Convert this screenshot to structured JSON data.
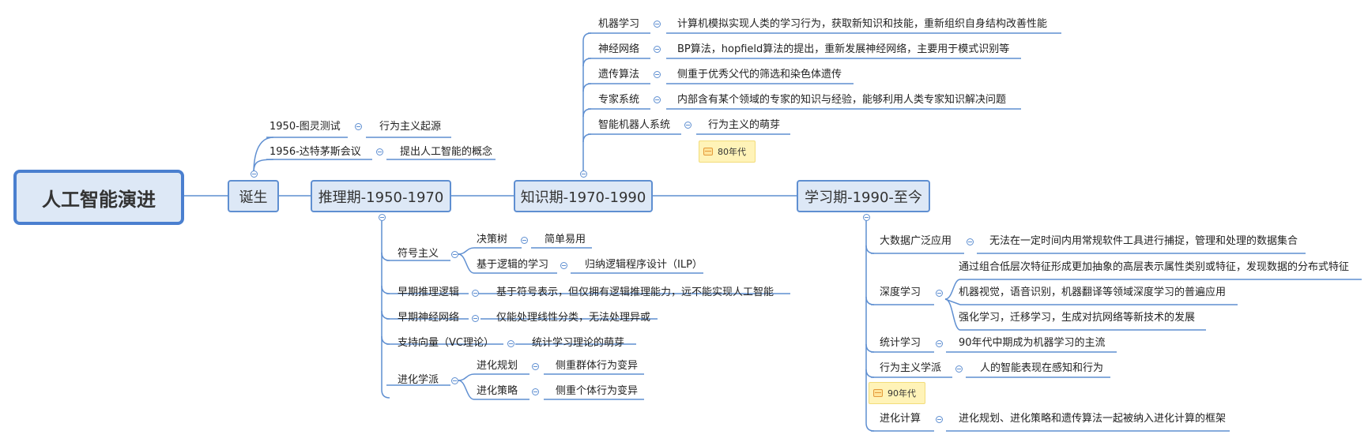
{
  "root": "人工智能演进",
  "stages": {
    "birth": "诞生",
    "reasoning": "推理期-1950-1970",
    "knowledge": "知识期-1970-1990",
    "learning": "学习期-1990-至今"
  },
  "birth": {
    "turing": {
      "label": "1950-图灵测试",
      "detail": "行为主义起源"
    },
    "dartmouth": {
      "label": "1956-达特茅斯会议",
      "detail": "提出人工智能的概念"
    }
  },
  "knowledge": {
    "ml": {
      "label": "机器学习",
      "detail": "计算机模拟实现人类的学习行为，获取新知识和技能，重新组织自身结构改善性能"
    },
    "nn": {
      "label": "神经网络",
      "detail": "BP算法，hopfield算法的提出，重新发展神经网络，主要用于模式识别等"
    },
    "ga": {
      "label": "遗传算法",
      "detail": "侧重于优秀父代的筛选和染色体遗传"
    },
    "expert": {
      "label": "专家系统",
      "detail": "内部含有某个领域的专家的知识与经验，能够利用人类专家知识解决问题"
    },
    "robot": {
      "label": "智能机器人系统",
      "detail": "行为主义的萌芽"
    },
    "tag": "80年代"
  },
  "reasoning": {
    "symbolism": {
      "label": "符号主义",
      "tree": {
        "label": "决策树",
        "detail": "简单易用"
      },
      "logic": {
        "label": "基于逻辑的学习",
        "detail": "归纳逻辑程序设计（ILP）"
      }
    },
    "early_logic": {
      "label": "早期推理逻辑",
      "detail": "基于符号表示，但仅拥有逻辑推理能力，远不能实现人工智能"
    },
    "early_nn": {
      "label": "早期神经网络",
      "detail": "仅能处理线性分类，无法处理异或"
    },
    "svm": {
      "label": "支持向量（VC理论）",
      "detail": "统计学习理论的萌芽"
    },
    "evolution": {
      "label": "进化学派",
      "planning": {
        "label": "进化规划",
        "detail": "侧重群体行为变异"
      },
      "strategy": {
        "label": "进化策略",
        "detail": "侧重个体行为变异"
      }
    }
  },
  "learning": {
    "bigdata": {
      "label": "大数据广泛应用",
      "detail": "无法在一定时间内用常规软件工具进行捕捉，管理和处理的数据集合"
    },
    "deep": {
      "label": "深度学习",
      "d1": "通过组合低层次特征形成更加抽象的高层表示属性类别或特征，发现数据的分布式特征",
      "d2": "机器视觉，语音识别，机器翻译等领域深度学习的普遍应用",
      "d3": "强化学习，迁移学习，生成对抗网络等新技术的发展"
    },
    "stat": {
      "label": "统计学习",
      "detail": "90年代中期成为机器学习的主流"
    },
    "behavior": {
      "label": "行为主义学派",
      "detail": "人的智能表现在感知和行为"
    },
    "tag": "90年代",
    "evo": {
      "label": "进化计算",
      "detail": "进化规划、进化策略和遗传算法一起被纳入进化计算的框架"
    }
  }
}
